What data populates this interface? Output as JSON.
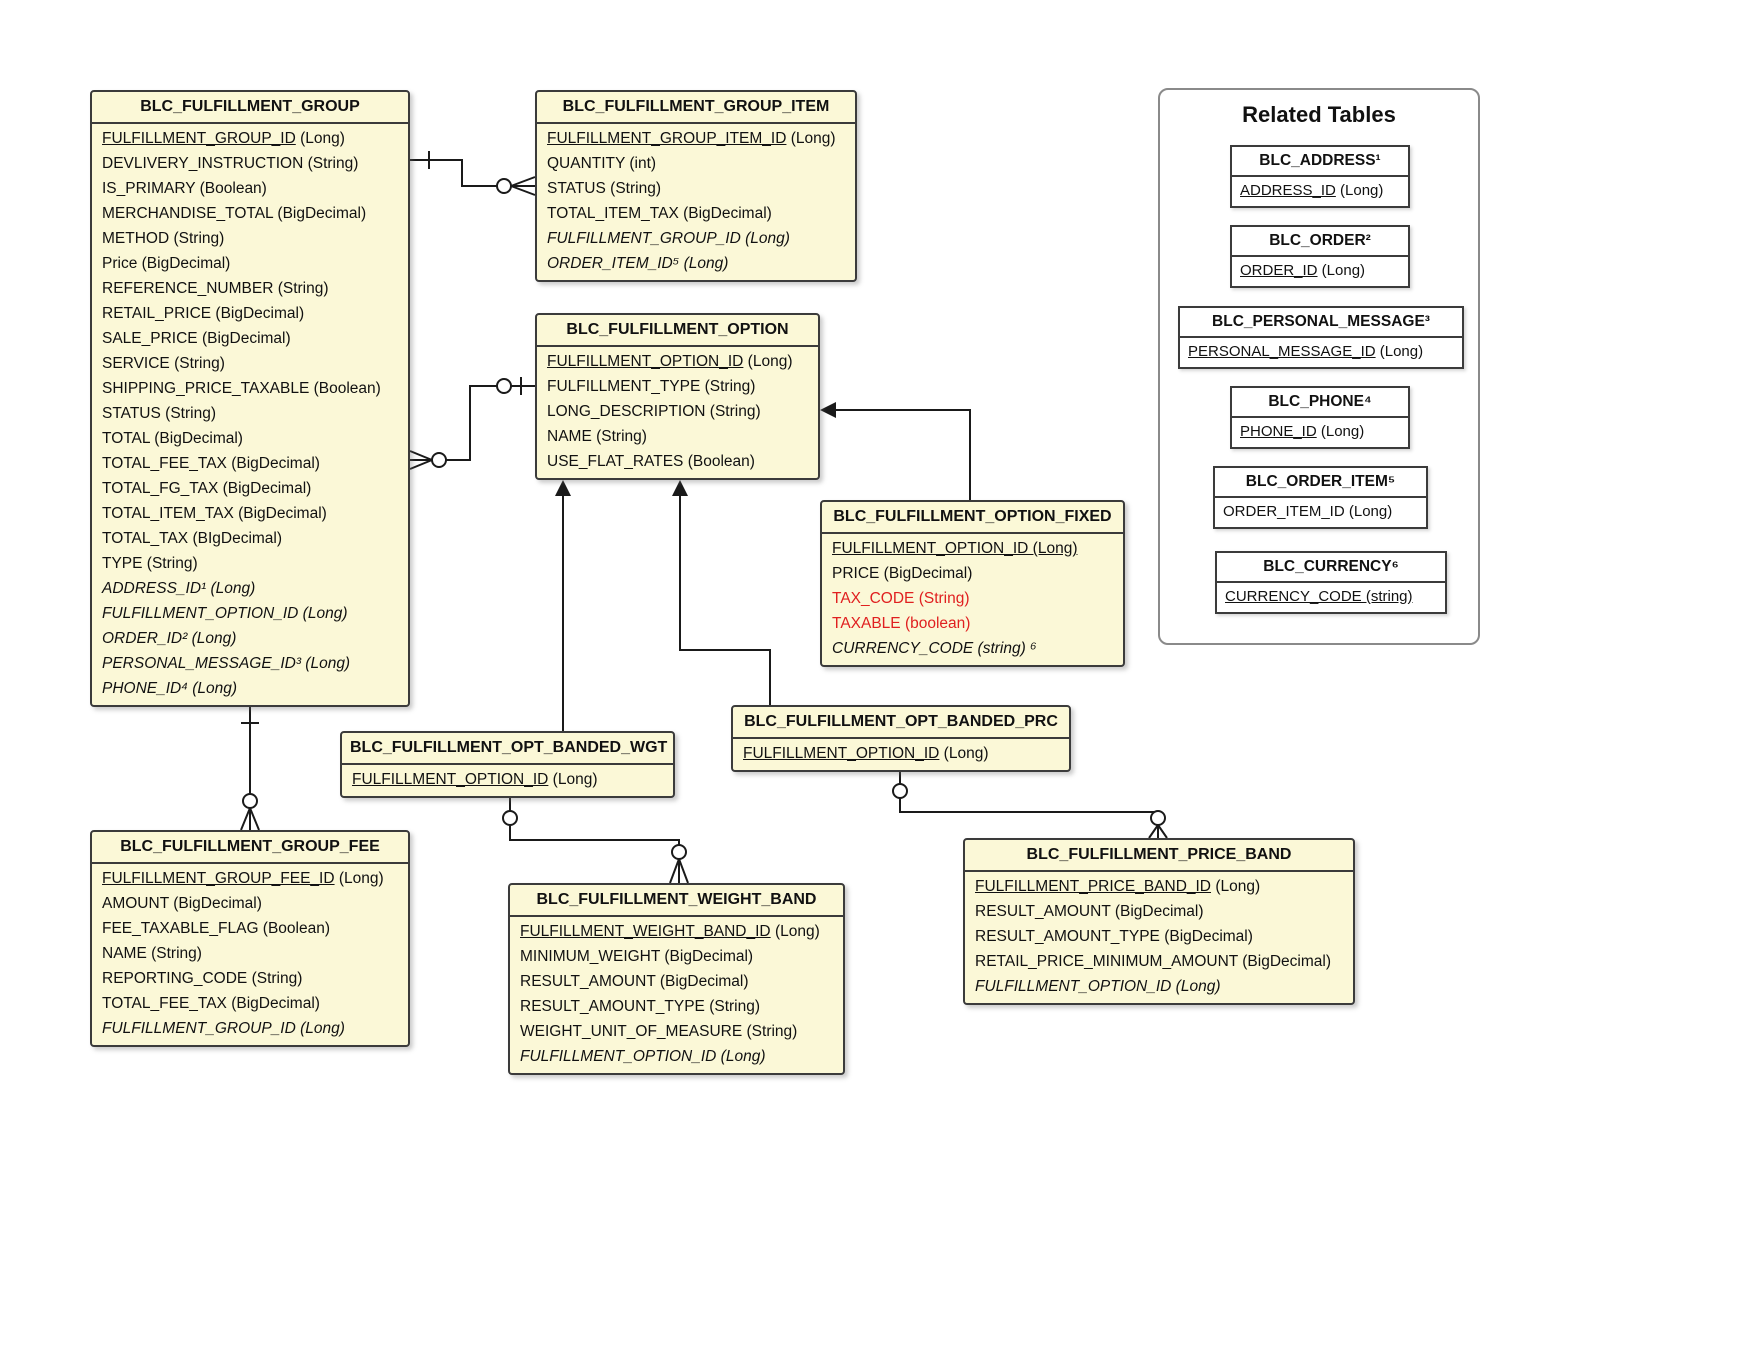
{
  "colors": {
    "entity_fill": "#FBF8D7",
    "entity_border": "#3B3B3B",
    "highlight_red": "#E02020"
  },
  "diagram": {
    "entities": [
      {
        "title": "BLC_FULFILLMENT_GROUP",
        "fields": [
          {
            "name": "FULFILLMENT_GROUP_ID",
            "suffix": " (Long)",
            "pk": true
          },
          {
            "name": "DEVLIVERY_INSTRUCTION",
            "suffix": " (String)"
          },
          {
            "name": "IS_PRIMARY",
            "suffix": " (Boolean)"
          },
          {
            "name": "MERCHANDISE_TOTAL",
            "suffix": " (BigDecimal)"
          },
          {
            "name": "METHOD",
            "suffix": " (String)"
          },
          {
            "name": "Price",
            "suffix": " (BigDecimal)"
          },
          {
            "name": "REFERENCE_NUMBER",
            "suffix": " (String)"
          },
          {
            "name": "RETAIL_PRICE",
            "suffix": " (BigDecimal)"
          },
          {
            "name": "SALE_PRICE",
            "suffix": " (BigDecimal)"
          },
          {
            "name": "SERVICE",
            "suffix": " (String)"
          },
          {
            "name": "SHIPPING_PRICE_TAXABLE",
            "suffix": " (Boolean)"
          },
          {
            "name": "STATUS",
            "suffix": " (String)"
          },
          {
            "name": "TOTAL",
            "suffix": " (BigDecimal)"
          },
          {
            "name": "TOTAL_FEE_TAX",
            "suffix": " (BigDecimal)"
          },
          {
            "name": "TOTAL_FG_TAX",
            "suffix": " (BigDecimal)"
          },
          {
            "name": "TOTAL_ITEM_TAX",
            "suffix": " (BigDecimal)"
          },
          {
            "name": "TOTAL_TAX",
            "suffix": " (BIgDecimal)"
          },
          {
            "name": "TYPE",
            "suffix": " (String)"
          },
          {
            "name": "ADDRESS_ID¹",
            "suffix": " (Long)",
            "fk": true
          },
          {
            "name": "FULFILLMENT_OPTION_ID",
            "suffix": " (Long)",
            "fk": true
          },
          {
            "name": "ORDER_ID²",
            "suffix": " (Long)",
            "fk": true
          },
          {
            "name": "PERSONAL_MESSAGE_ID³",
            "suffix": " (Long)",
            "fk": true
          },
          {
            "name": "PHONE_ID⁴",
            "suffix": " (Long)",
            "fk": true
          }
        ]
      },
      {
        "title": "BLC_FULFILLMENT_GROUP_ITEM",
        "fields": [
          {
            "name": "FULFILLMENT_GROUP_ITEM_ID",
            "suffix": " (Long)",
            "pk": true
          },
          {
            "name": "QUANTITY",
            "suffix": " (int)"
          },
          {
            "name": "STATUS",
            "suffix": " (String)"
          },
          {
            "name": "TOTAL_ITEM_TAX",
            "suffix": " (BigDecimal)"
          },
          {
            "name": "FULFILLMENT_GROUP_ID",
            "suffix": " (Long)",
            "fk": true
          },
          {
            "name": "ORDER_ITEM_ID⁵",
            "suffix": " (Long)",
            "fk": true
          }
        ]
      },
      {
        "title": "BLC_FULFILLMENT_OPTION",
        "fields": [
          {
            "name": "FULFILLMENT_OPTION_ID",
            "suffix": " (Long)",
            "pk": true
          },
          {
            "name": "FULFILLMENT_TYPE",
            "suffix": " (String)"
          },
          {
            "name": "LONG_DESCRIPTION",
            "suffix": " (String)"
          },
          {
            "name": "NAME",
            "suffix": " (String)"
          },
          {
            "name": "USE_FLAT_RATES",
            "suffix": " (Boolean)"
          }
        ]
      },
      {
        "title": "BLC_FULFILLMENT_OPTION_FIXED",
        "fields": [
          {
            "name": "FULFILLMENT_OPTION_ID (Long)",
            "suffix": "",
            "pk": true
          },
          {
            "name": "PRICE",
            "suffix": " (BigDecimal)"
          },
          {
            "name": "TAX_CODE",
            "suffix": " (String)",
            "red": true
          },
          {
            "name": "TAXABLE",
            "suffix": " (boolean)",
            "red": true
          },
          {
            "name": "CURRENCY_CODE",
            "suffix": " (string) ⁶",
            "fk": true
          }
        ]
      },
      {
        "title": "BLC_FULFILLMENT_OPT_BANDED_WGT",
        "fields": [
          {
            "name": "FULFILLMENT_OPTION_ID",
            "suffix": " (Long)",
            "pk": true
          }
        ]
      },
      {
        "title": "BLC_FULFILLMENT_OPT_BANDED_PRC",
        "fields": [
          {
            "name": "FULFILLMENT_OPTION_ID",
            "suffix": " (Long)",
            "pk": true
          }
        ]
      },
      {
        "title": "BLC_FULFILLMENT_GROUP_FEE",
        "fields": [
          {
            "name": "FULFILLMENT_GROUP_FEE_ID",
            "suffix": " (Long)",
            "pk": true
          },
          {
            "name": "AMOUNT",
            "suffix": " (BigDecimal)"
          },
          {
            "name": "FEE_TAXABLE_FLAG",
            "suffix": " (Boolean)"
          },
          {
            "name": "NAME",
            "suffix": " (String)"
          },
          {
            "name": "REPORTING_CODE",
            "suffix": " (String)"
          },
          {
            "name": "TOTAL_FEE_TAX",
            "suffix": " (BigDecimal)"
          },
          {
            "name": "FULFILLMENT_GROUP_ID",
            "suffix": " (Long)",
            "fk": true
          }
        ]
      },
      {
        "title": "BLC_FULFILLMENT_WEIGHT_BAND",
        "fields": [
          {
            "name": "FULFILLMENT_WEIGHT_BAND_ID",
            "suffix": " (Long)",
            "pk": true
          },
          {
            "name": "MINIMUM_WEIGHT",
            "suffix": " (BigDecimal)"
          },
          {
            "name": "RESULT_AMOUNT",
            "suffix": " (BigDecimal)"
          },
          {
            "name": "RESULT_AMOUNT_TYPE",
            "suffix": " (String)"
          },
          {
            "name": "WEIGHT_UNIT_OF_MEASURE",
            "suffix": " (String)"
          },
          {
            "name": "FULFILLMENT_OPTION_ID",
            "suffix": " (Long)",
            "fk": true
          }
        ]
      },
      {
        "title": "BLC_FULFILLMENT_PRICE_BAND",
        "fields": [
          {
            "name": "FULFILLMENT_PRICE_BAND_ID",
            "suffix": " (Long)",
            "pk": true
          },
          {
            "name": "RESULT_AMOUNT",
            "suffix": " (BigDecimal)"
          },
          {
            "name": "RESULT_AMOUNT_TYPE",
            "suffix": " (BigDecimal)"
          },
          {
            "name": "RETAIL_PRICE_MINIMUM_AMOUNT",
            "suffix": " (BigDecimal)"
          },
          {
            "name": "FULFILLMENT_OPTION_ID",
            "suffix": " (Long)",
            "fk": true
          }
        ]
      }
    ],
    "related_panel": {
      "title": "Related Tables",
      "tables": [
        {
          "title": "BLC_ADDRESS¹",
          "fields": [
            {
              "name": "ADDRESS_ID",
              "suffix": " (Long)",
              "pk": true
            }
          ]
        },
        {
          "title": "BLC_ORDER²",
          "fields": [
            {
              "name": "ORDER_ID",
              "suffix": " (Long)",
              "pk": true
            }
          ]
        },
        {
          "title": "BLC_PERSONAL_MESSAGE³",
          "fields": [
            {
              "name": "PERSONAL_MESSAGE_ID",
              "suffix": " (Long)",
              "pk": true
            }
          ]
        },
        {
          "title": "BLC_PHONE⁴",
          "fields": [
            {
              "name": "PHONE_ID",
              "suffix": " (Long)",
              "pk": true
            }
          ]
        },
        {
          "title": "BLC_ORDER_ITEM⁵",
          "fields": [
            {
              "name": "ORDER_ITEM_ID",
              "suffix": " (Long)"
            }
          ]
        },
        {
          "title": "BLC_CURRENCY⁶",
          "fields": [
            {
              "name": "CURRENCY_CODE (string)",
              "suffix": "",
              "pk": true
            }
          ]
        }
      ]
    }
  }
}
